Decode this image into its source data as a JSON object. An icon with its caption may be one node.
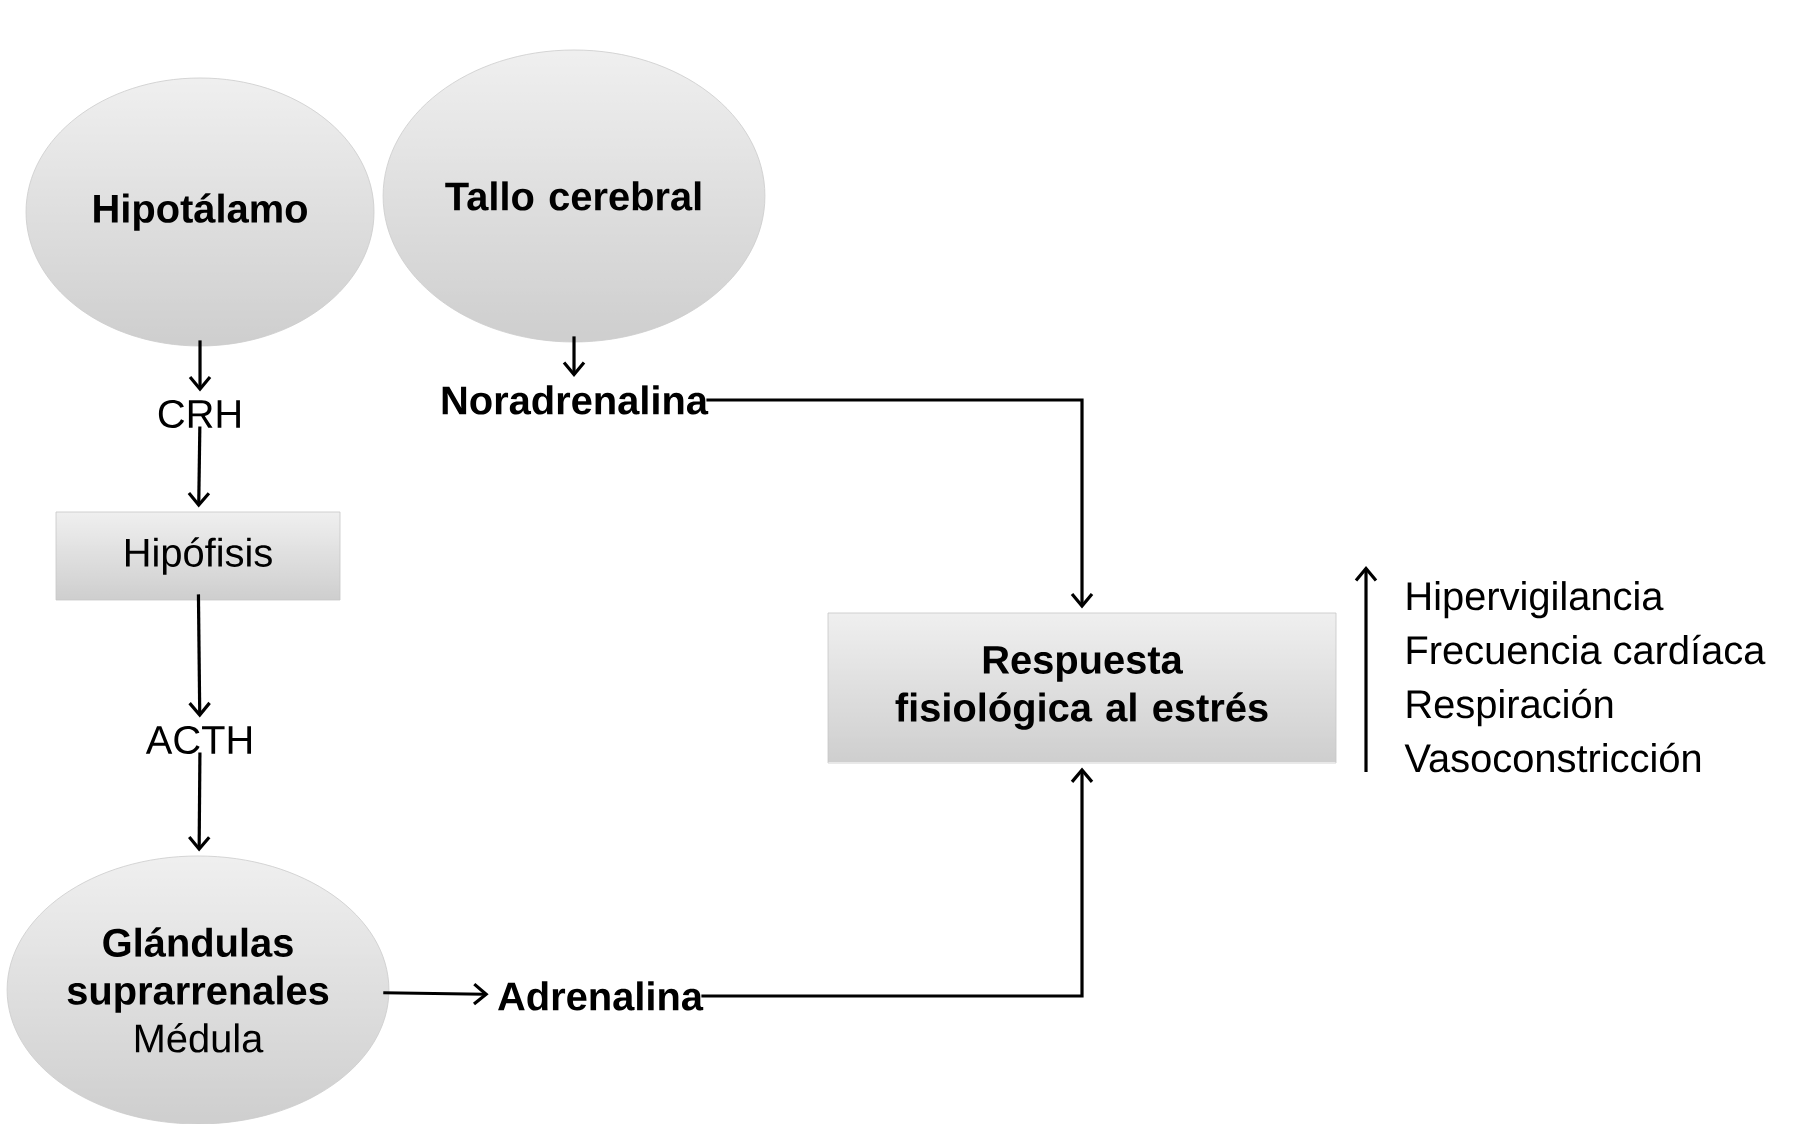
{
  "diagram": {
    "nodes": [
      {
        "text": [
          "Hipotálamo"
        ]
      },
      {
        "text": [
          "Tallo cerebral"
        ]
      },
      {
        "text": [
          "CRH"
        ]
      },
      {
        "text": [
          "Noradrenalina"
        ]
      },
      {
        "text": [
          "Hipófisis"
        ]
      },
      {
        "text": [
          "ACTH"
        ]
      },
      {
        "text": [
          "Glándulas suprarrenales",
          "Médula"
        ]
      },
      {
        "text": [
          "Adrenalina"
        ]
      },
      {
        "text": [
          "Respuesta fisiológica al estrés"
        ]
      }
    ],
    "edges": [
      {
        "from": 0,
        "to": 2,
        "arrow": "to"
      },
      {
        "from": 2,
        "to": 4,
        "arrow": "to"
      },
      {
        "from": 4,
        "to": 5,
        "arrow": "to"
      },
      {
        "from": 5,
        "to": 6,
        "arrow": "to"
      },
      {
        "from": 1,
        "to": 3,
        "arrow": "to"
      },
      {
        "from": 6,
        "to": 7,
        "arrow": "to"
      },
      {
        "from": 3,
        "to": 8,
        "arrow": "to"
      },
      {
        "from": 7,
        "to": 8,
        "arrow": "to"
      }
    ],
    "labels": [
      "Hipervigilancia",
      "Frecuencia cardíaca",
      "Respiración",
      "Vasoconstricción"
    ]
  }
}
